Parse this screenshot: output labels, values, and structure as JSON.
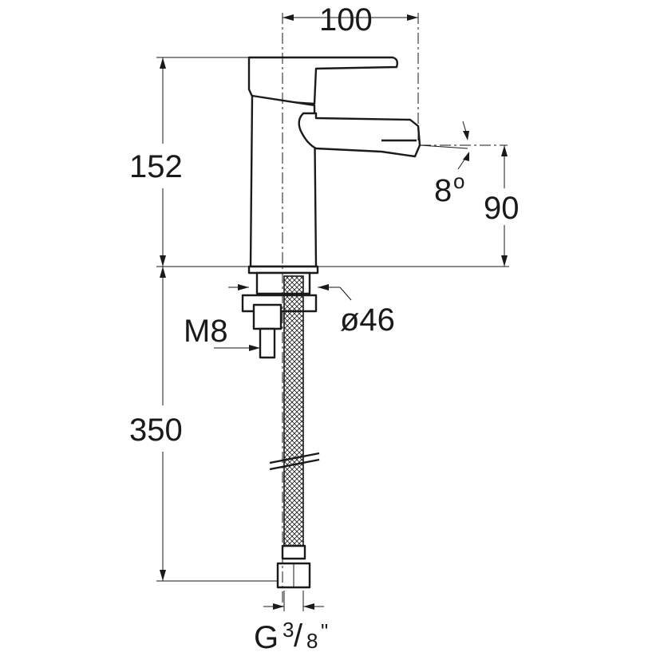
{
  "dimensions": {
    "width_top": "100",
    "height_body": "152",
    "spout_height": "90",
    "spout_angle_value": "8",
    "spout_angle_unit": "o",
    "base_diameter": "ø46",
    "stud_thread": "M8",
    "hose_length": "350",
    "connection_g": "G",
    "connection_num": "3",
    "connection_slash": "/",
    "connection_den": "8",
    "connection_quote": "\""
  }
}
